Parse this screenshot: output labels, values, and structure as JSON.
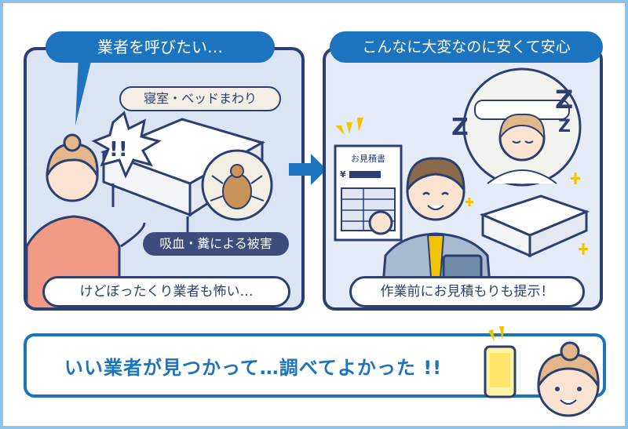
{
  "left_panel": {
    "speech_bubble": "業者を呼びたい…",
    "location_label": "寝室・ベッドまわり",
    "shout": "!!",
    "damage_label": "吸血・糞による被害",
    "caption": "けどぼったくり業者も怖い…"
  },
  "right_panel": {
    "speech_bubble": "こんなに大変なのに安くて安心",
    "estimate_title": "お見積書",
    "estimate_currency": "¥",
    "sleep_z": "Z",
    "caption": "作業前にお見積もりも提示！"
  },
  "banner": {
    "text": "いい業者が見つかって…調べてよかった !!"
  },
  "colors": {
    "brand_blue": "#1b74bd",
    "navy": "#2c3f70",
    "frame_blue": "#8fc3e6",
    "accent_yellow": "#f2c300"
  }
}
